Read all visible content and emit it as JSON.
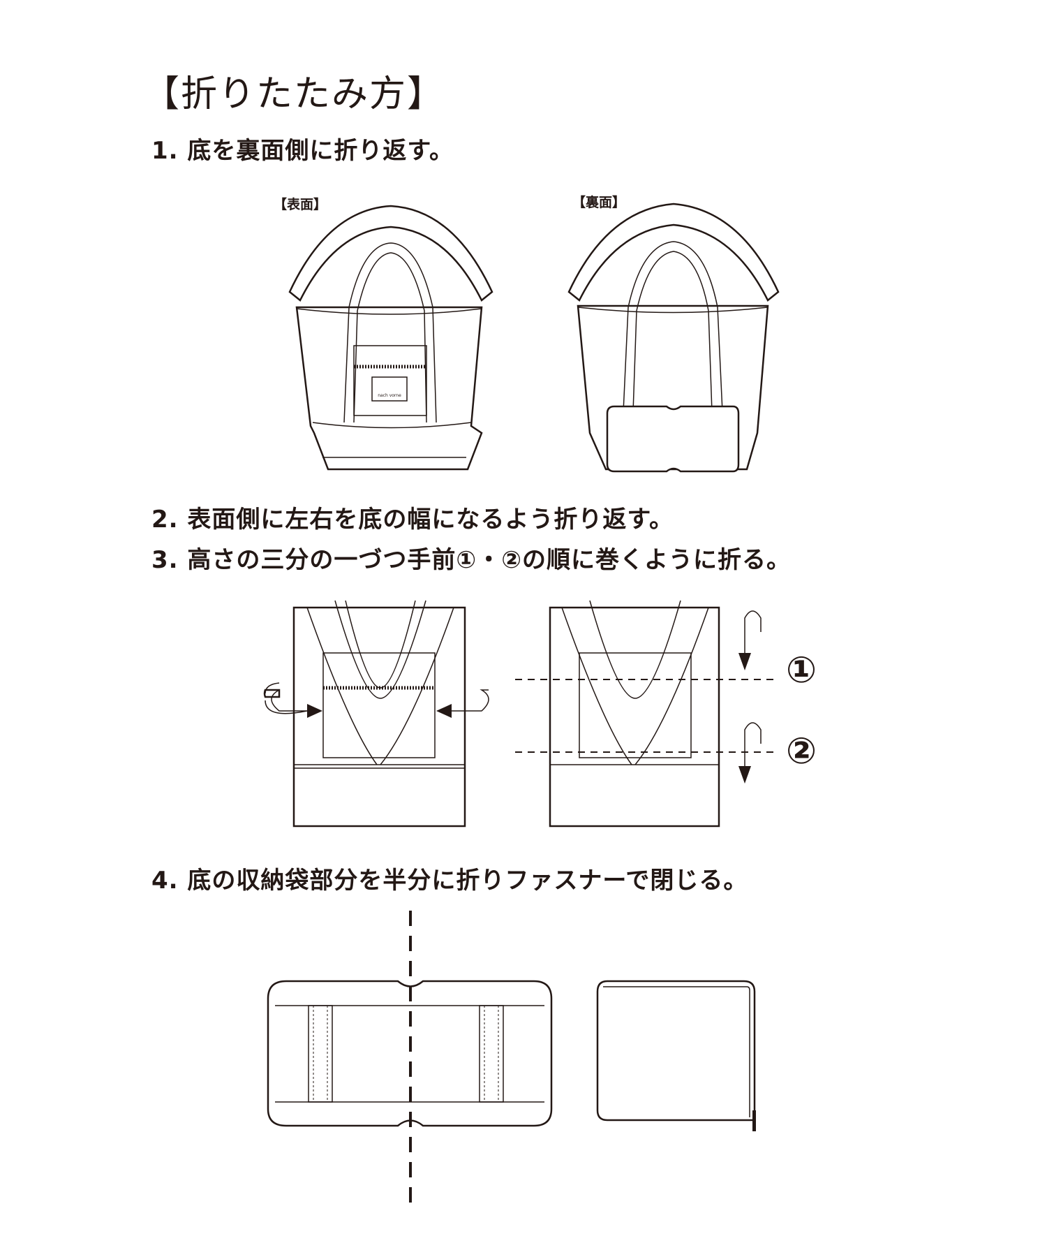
{
  "title": "【折りたたみ方】",
  "steps": [
    "1. 底を裏面側に折り返す。",
    "2. 表面側に左右を底の幅になるよう折り返す。",
    "3. 高さの三分の一づつ手前①・②の順に巻くように折る。",
    "4. 底の収納袋部分を半分に折りファスナーで閉じる。"
  ],
  "labels": {
    "front": "【表面】",
    "back": "【裏面】"
  },
  "markers": {
    "one": "①",
    "two": "②"
  },
  "bag_label_text": "nach vorne"
}
